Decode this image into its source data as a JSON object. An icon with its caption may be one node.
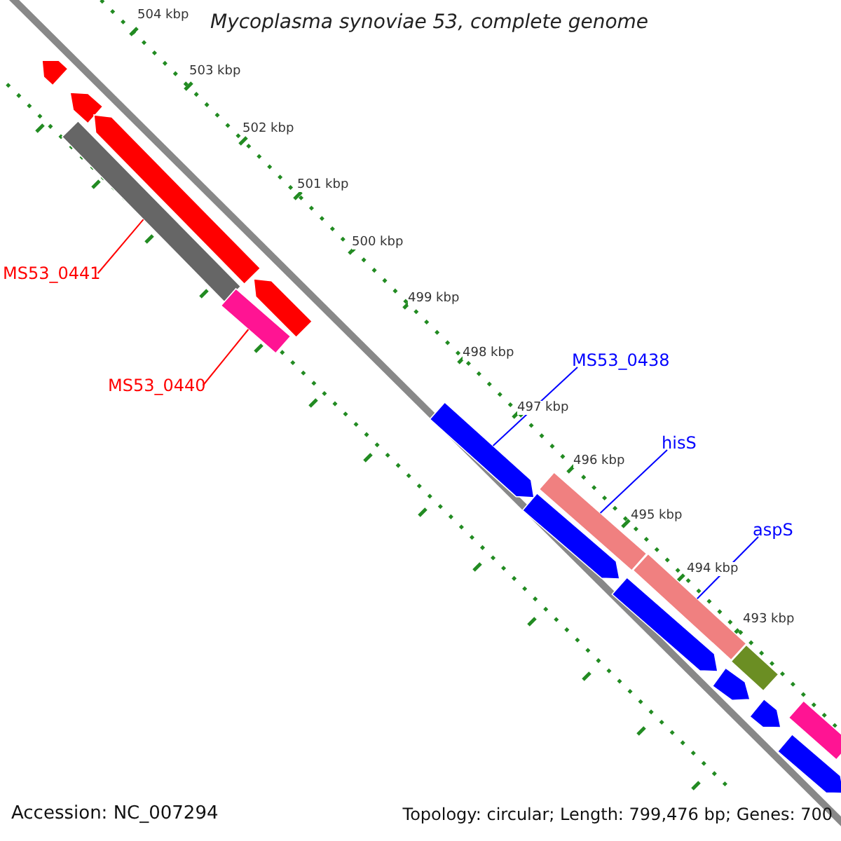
{
  "diagram": {
    "title": "Mycoplasma synoviae 53, complete genome",
    "nodes": [
      {
        "text": [],
        "shape": "bar"
      },
      {
        "text": [],
        "shape": "bar"
      },
      {
        "text": [],
        "shape": "bar"
      },
      {
        "text": [],
        "shape": "bar"
      },
      {
        "text": [
          "MS53_0441"
        ]
      },
      {
        "text": [],
        "shape": "bar"
      },
      {
        "text": [
          "MS53_0440"
        ]
      },
      {
        "text": [],
        "shape": "bar"
      },
      {
        "text": [
          "MS53_0438"
        ]
      },
      {
        "text": [],
        "shape": "bar"
      },
      {
        "text": [
          "hisS"
        ]
      },
      {
        "text": [],
        "shape": "bar"
      },
      {
        "text": [],
        "shape": "bar"
      },
      {
        "text": [
          "aspS"
        ]
      },
      {
        "text": [],
        "shape": "bar"
      },
      {
        "text": [],
        "shape": "bar"
      },
      {
        "text": [],
        "shape": "bar"
      },
      {
        "text": [],
        "shape": "bar"
      },
      {
        "text": [],
        "shape": "bar"
      },
      {
        "text": [],
        "shape": "bar"
      },
      {
        "text": [],
        "shape": "bar"
      }
    ],
    "edges": [
      {
        "from": 4,
        "to": 5,
        "arrow": "none",
        "color": "#ff0000"
      },
      {
        "from": 6,
        "to": 7,
        "arrow": "none",
        "color": "#ff0000"
      },
      {
        "from": 8,
        "to": 9,
        "arrow": "none"
      },
      {
        "from": 10,
        "to": 11,
        "arrow": "none"
      },
      {
        "from": 13,
        "to": 14,
        "arrow": "none"
      }
    ],
    "labels": [
      "504 kbp",
      "503 kbp",
      "502 kbp",
      "501 kbp",
      "500 kbp",
      "499 kbp",
      "498 kbp",
      "497 kbp",
      "496 kbp",
      "495 kbp",
      "494 kbp",
      "493 kbp",
      "Accession: NC_007294",
      "Topology: circular; Length: 799,476 bp; Genes: 700"
    ]
  }
}
